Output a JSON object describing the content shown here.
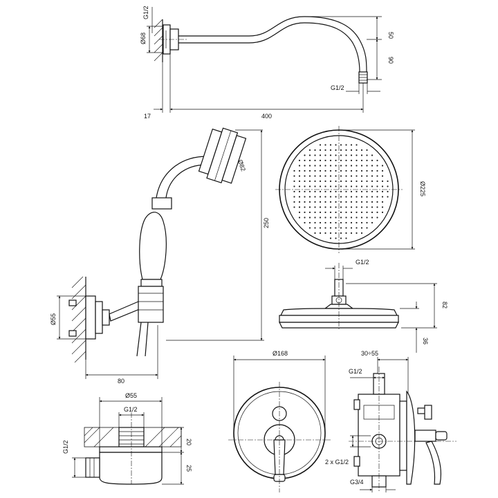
{
  "labels": {
    "arm_thread": "G1/2",
    "arm_flange_dia": "Ø68",
    "arm_rise_a": "50",
    "arm_rise_b": "90",
    "arm_end_thread": "G1/2",
    "arm_wall": "17",
    "arm_length": "400",
    "hand_head_dia": "Ø82",
    "hand_height": "250",
    "hand_bracket_dia": "Ø55",
    "hand_projection": "80",
    "head_dia": "Ø225",
    "head_thread": "G1/2",
    "head_height": "82",
    "head_rim": "36",
    "outlet_dia": "Ø55",
    "outlet_thread": "G1/2",
    "outlet_side_thread": "G1/2",
    "outlet_depth_a": "20",
    "outlet_depth_b": "25",
    "plate_dia": "Ø168",
    "valve_depth": "30÷55",
    "valve_top_thread": "G1/2",
    "valve_side_thread": "2 x G1/2",
    "valve_inlet": "G3/4"
  }
}
